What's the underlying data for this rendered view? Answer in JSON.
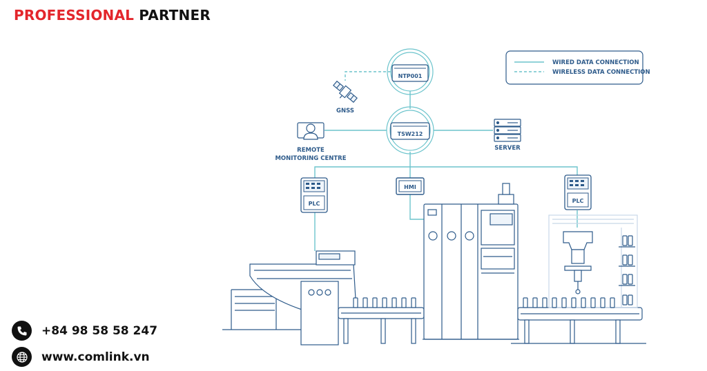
{
  "brand": {
    "part1": "PROFESSIONAL",
    "part2": "PARTNER"
  },
  "contact": {
    "phone": "+84 98 58 58 247",
    "website": "www.comlink.vn"
  },
  "legend": {
    "wired": "WIRED DATA CONNECTION",
    "wireless": "WIRELESS DATA CONNECTION"
  },
  "nodes": {
    "ntp": "NTP001",
    "router": "TSW212",
    "gnss": "GNSS",
    "server": "SERVER",
    "remote_line1": "REMOTE",
    "remote_line2": "MONITORING CENTRE",
    "hmi": "HMI",
    "plc_left": "PLC",
    "plc_right": "PLC"
  },
  "colors": {
    "line": "#2d5a8a",
    "connection": "#6cc4cc",
    "brand_red": "#e3262c",
    "fill_light": "#eef4fa"
  },
  "icons": {
    "phone": "phone-icon",
    "globe": "globe-icon",
    "satellite": "satellite-icon",
    "server": "server-icon",
    "operator": "operator-icon"
  }
}
